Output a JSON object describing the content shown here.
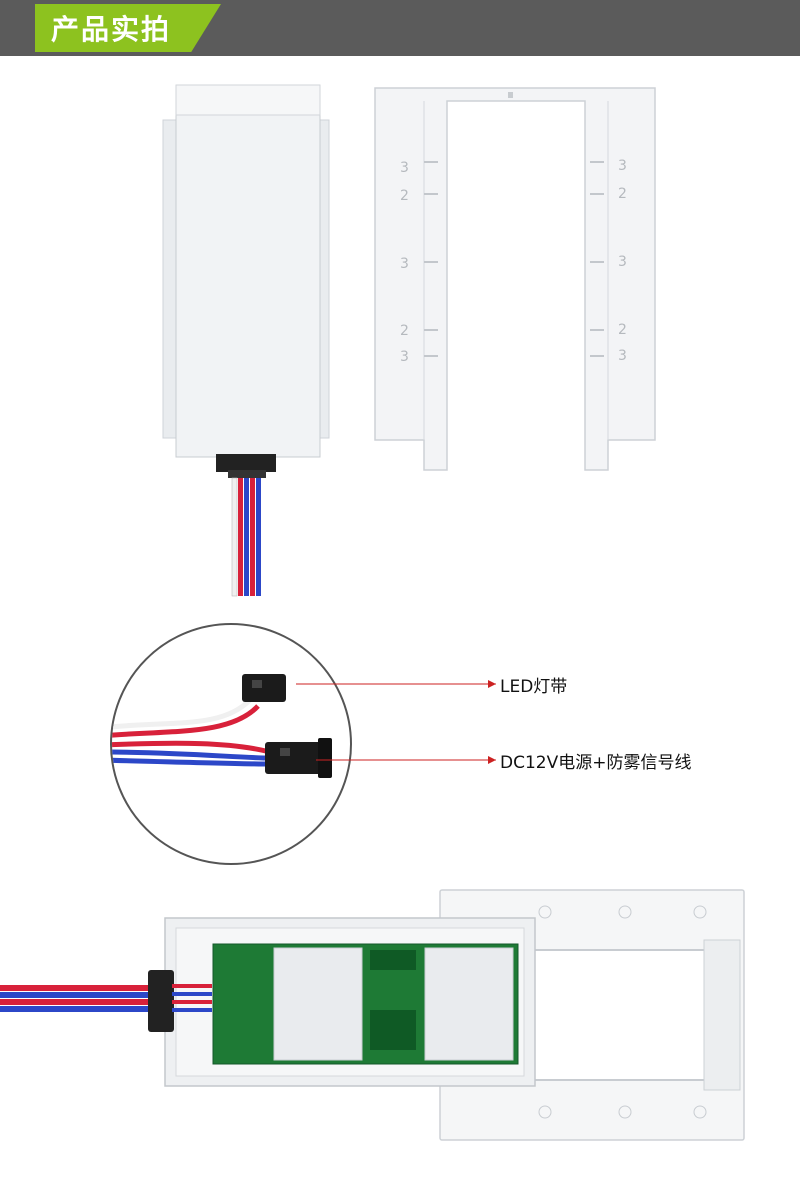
{
  "header": {
    "title": "产品实拍",
    "tab_color": "#8dc21f",
    "bar_color": "#5b5b5b"
  },
  "mount_frame": {
    "marks": [
      "3",
      "2",
      "3",
      "2",
      "3"
    ]
  },
  "callouts": [
    {
      "label": "LED灯带"
    },
    {
      "label": "DC12V电源+防雾信号线"
    }
  ],
  "colors": {
    "pcb_green": "#1e7a35",
    "wire_red": "#d8213a",
    "wire_blue": "#2c47c8",
    "callout_line": "#cc2222"
  }
}
